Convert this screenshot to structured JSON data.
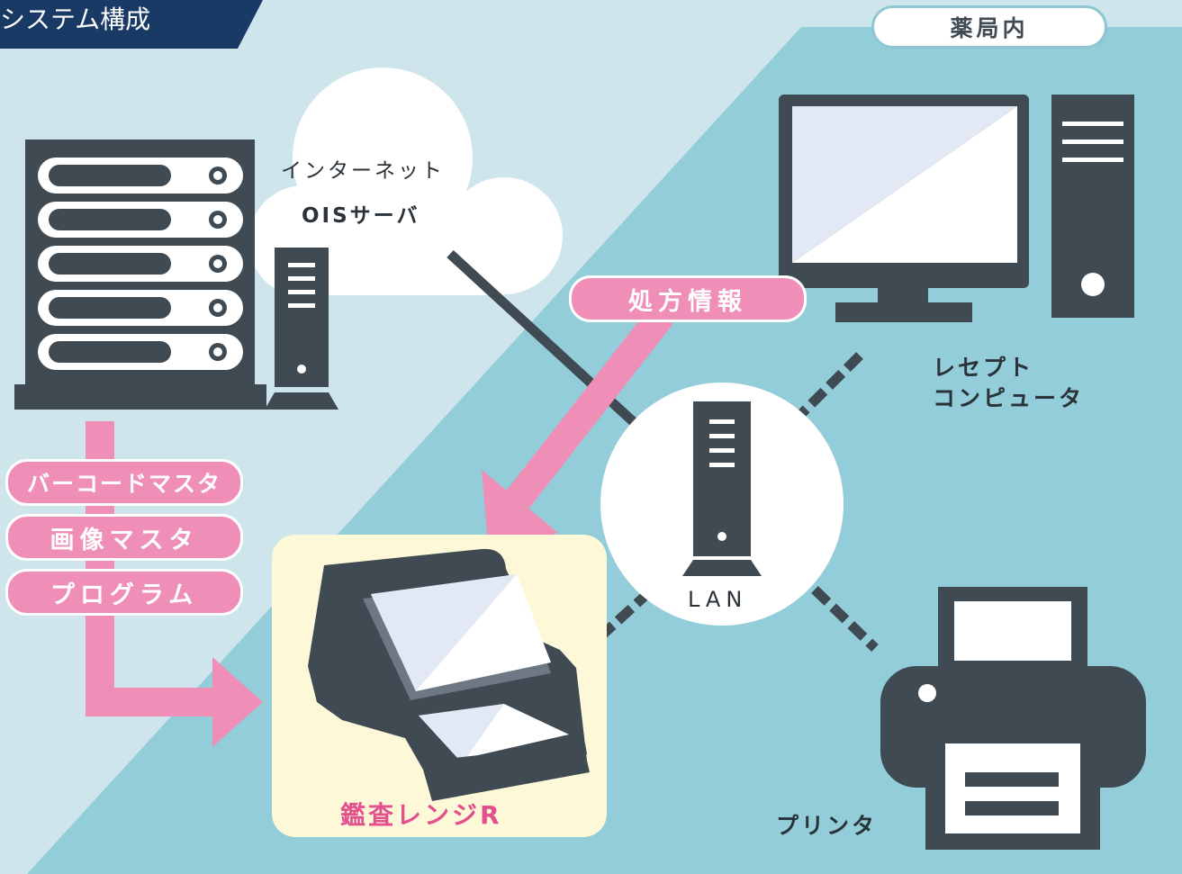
{
  "header": {
    "title": "システム構成"
  },
  "zone": {
    "pharmacy_label": "薬局内"
  },
  "cloud": {
    "line1": "インターネット",
    "line2": "OISサーバ"
  },
  "flows": {
    "prescription_label": "処方情報",
    "master_labels": [
      "バーコードマスタ",
      "画像マスタ",
      "プログラム"
    ]
  },
  "nodes": {
    "lan_label": "LAN",
    "receipt_line1": "レセプト",
    "receipt_line2": "コンピュータ",
    "printer_label": "プリンタ",
    "device_label": "鑑査レンジR"
  },
  "colors": {
    "background_light": "#cfe5ec",
    "background_teal": "#93cdd9",
    "device_dark": "#404a52",
    "accent_pink": "#ef8fb7",
    "device_label_pink": "#e2508e",
    "highlight_cream": "#fdf9d8",
    "title_navy": "#1a3a66"
  }
}
